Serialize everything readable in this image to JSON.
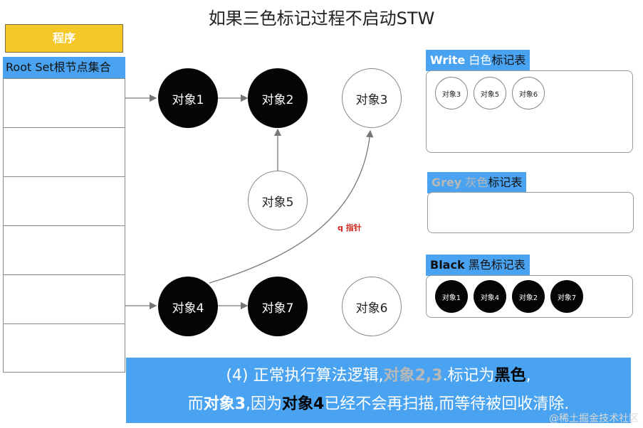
{
  "title": "如果三色标记过程不启动STW",
  "program": {
    "header": "程序",
    "root_set_label": "Root Set根节点集合",
    "slots": 6
  },
  "graph": {
    "nodes": [
      {
        "id": "obj1",
        "label": "对象1",
        "color": "black"
      },
      {
        "id": "obj2",
        "label": "对象2",
        "color": "black"
      },
      {
        "id": "obj3",
        "label": "对象3",
        "color": "white"
      },
      {
        "id": "obj5",
        "label": "对象5",
        "color": "white"
      },
      {
        "id": "obj4",
        "label": "对象4",
        "color": "black"
      },
      {
        "id": "obj7",
        "label": "对象7",
        "color": "black"
      },
      {
        "id": "obj6",
        "label": "对象6",
        "color": "white"
      }
    ],
    "edges": [
      {
        "from": "root",
        "to": "obj1"
      },
      {
        "from": "obj1",
        "to": "obj2"
      },
      {
        "from": "obj5",
        "to": "obj2"
      },
      {
        "from": "root",
        "to": "obj4"
      },
      {
        "from": "obj4",
        "to": "obj7"
      },
      {
        "from": "obj4",
        "to": "obj3",
        "label": "q 指针"
      }
    ],
    "pointer_label": "q 指针"
  },
  "tables": {
    "white": {
      "label_en": "Write",
      "label_zh_color": "白色",
      "label_zh_rest": "标记表",
      "items": [
        "对象3",
        "对象5",
        "对象6"
      ]
    },
    "grey": {
      "label_en": "Grey",
      "label_zh_color": "灰色",
      "label_zh_rest": "标记表",
      "items": []
    },
    "black": {
      "label_en": "Black",
      "label_zh_color": "黑色",
      "label_zh_rest": "标记表",
      "items": [
        "对象1",
        "对象4",
        "对象2",
        "对象7"
      ]
    }
  },
  "caption": {
    "line1_a": "(4) 正常执行算法逻辑,",
    "line1_b": "对象2,3",
    "line1_c": ".标记为",
    "line1_d": "黑色",
    "line1_e": ",",
    "line2_a": "而",
    "line2_b": "对象3",
    "line2_c": ",因为",
    "line2_d": "对象4",
    "line2_e": "已经不会再扫描,而等待被回收清除."
  },
  "watermark": "@稀土掘金技术社区",
  "colors": {
    "accent_blue": "#4aa3f0",
    "program_yellow": "#f5c82a",
    "pointer_red": "#d0281f",
    "black_node": "#050505"
  }
}
